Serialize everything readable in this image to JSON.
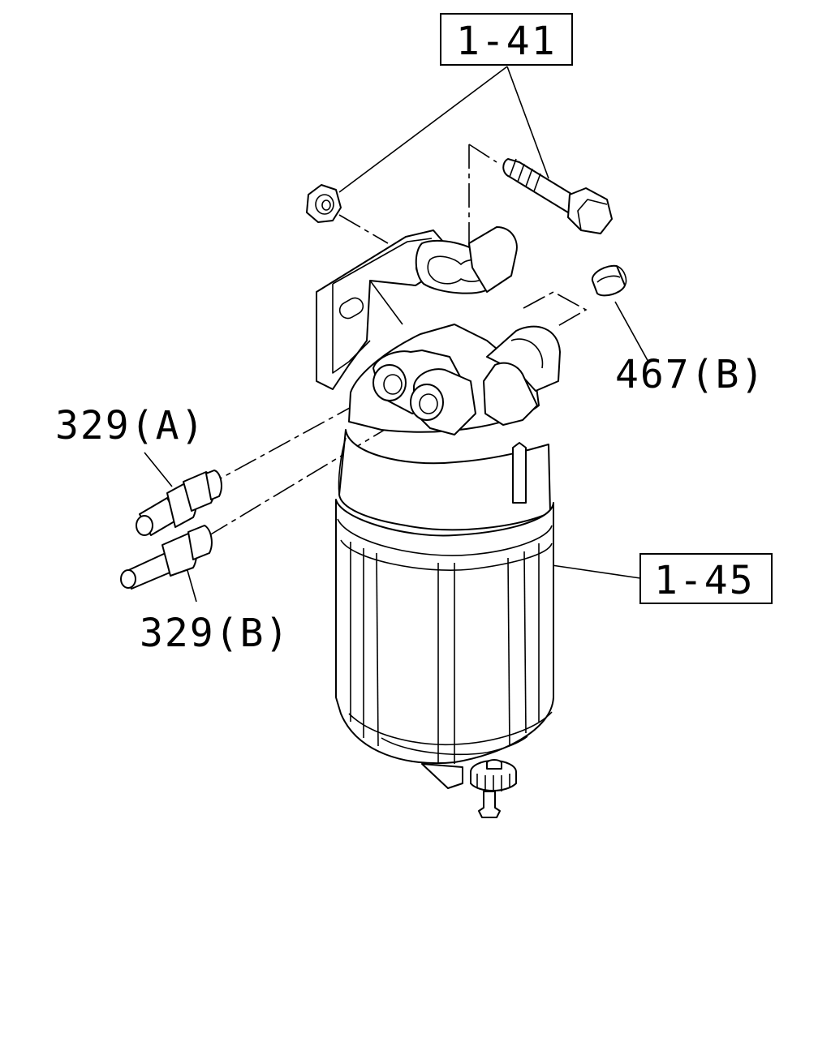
{
  "labels": {
    "part_1_41": "1-41",
    "part_1_45": "1-45",
    "part_467b": "467(B)",
    "part_329a": "329(A)",
    "part_329b": "329(B)"
  },
  "colors": {
    "line": "#000000",
    "background": "#ffffff"
  }
}
